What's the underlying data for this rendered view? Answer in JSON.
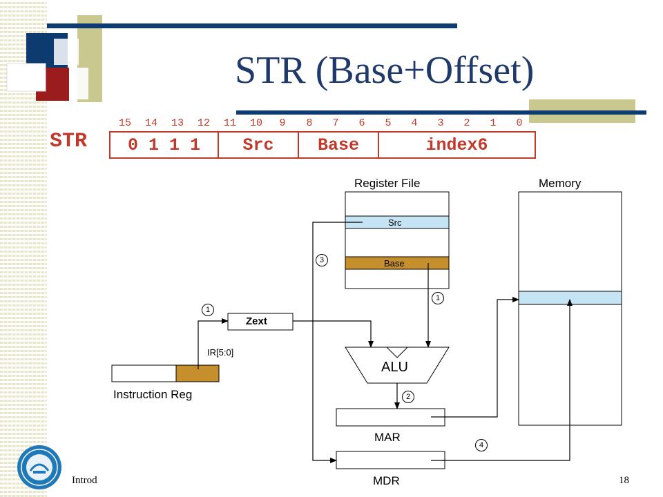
{
  "slide": {
    "title": "STR (Base+Offset)",
    "page_number": "18",
    "footer_text": "Introd",
    "colors": {
      "title": "#1f3a6a",
      "encoding": "#c0392b",
      "accent_navy": "#0d3b70",
      "accent_olive": "#c9c88f",
      "accent_red": "#9b1c1c",
      "reg_highlight": "#c5e4f3",
      "base_highlight": "#c58f2e"
    }
  },
  "encoding": {
    "mnemonic": "STR",
    "bit_numbers": [
      "15",
      "14",
      "13",
      "12",
      "11",
      "10",
      "9",
      "8",
      "7",
      "6",
      "5",
      "4",
      "3",
      "2",
      "1",
      "0"
    ],
    "fields": [
      "0 1 1 1",
      "Src",
      "Base",
      "index6"
    ]
  },
  "diagram": {
    "register_file_label": "Register File",
    "memory_label": "Memory",
    "src_reg_label": "Src",
    "base_reg_label": "Base",
    "zext_label": "Zext",
    "ir_bits_label": "IR[5:0]",
    "instruction_reg_label": "Instruction Reg",
    "alu_label": "ALU",
    "mar_label": "MAR",
    "mdr_label": "MDR",
    "step_labels": [
      "1",
      "1",
      "2",
      "3",
      "4"
    ]
  }
}
